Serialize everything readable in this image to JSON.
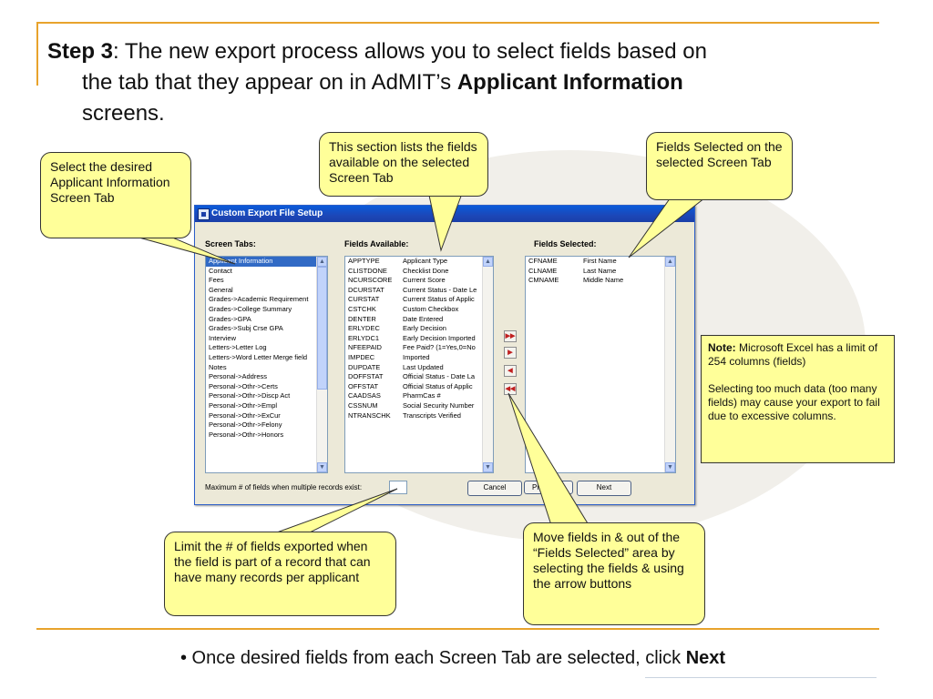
{
  "heading": {
    "step_label": "Step 3",
    "colon_text": ":  The new export process allows you to select fields based on",
    "line2_text": "the tab that they appear on in AdMIT’s ",
    "line2_bold": "Applicant Information",
    "line3_text": "screens."
  },
  "window": {
    "title": "Custom Export File Setup",
    "screen_tabs_label": "Screen Tabs:",
    "fields_available_label": "Fields Available:",
    "fields_selected_label": "Fields Selected:",
    "screen_tabs": [
      "Applicant Information",
      "Contact",
      "Fees",
      "General",
      "Grades->Academic Requirement",
      "Grades->College Summary",
      "Grades->GPA",
      "Grades->Subj Crse GPA",
      "Interview",
      "Letters->Letter Log",
      "Letters->Word Letter Merge field",
      "Notes",
      "Personal->Address",
      "Personal->Othr->Certs",
      "Personal->Othr->Discp Act",
      "Personal->Othr->Empl",
      "Personal->Othr->ExCur",
      "Personal->Othr->Felony",
      "Personal->Othr->Honors"
    ],
    "fields_available": [
      {
        "code": "APPTYPE",
        "name": "Applicant Type"
      },
      {
        "code": "CLISTDONE",
        "name": "Checklist Done"
      },
      {
        "code": "NCURSCORE",
        "name": "Current Score"
      },
      {
        "code": "DCURSTAT",
        "name": "Current Status - Date Le"
      },
      {
        "code": "CURSTAT",
        "name": "Current Status of Applic"
      },
      {
        "code": "CSTCHK",
        "name": "Custom Checkbox"
      },
      {
        "code": "DENTER",
        "name": "Date Entered"
      },
      {
        "code": "ERLYDEC",
        "name": "Early Decision"
      },
      {
        "code": "ERLYDC1",
        "name": "Early Decision Imported"
      },
      {
        "code": "NFEEPAID",
        "name": "Fee Paid? (1=Yes,0=No"
      },
      {
        "code": "IMPDEC",
        "name": "Imported"
      },
      {
        "code": "DUPDATE",
        "name": "Last Updated"
      },
      {
        "code": "DOFFSTAT",
        "name": "Official Status - Date La"
      },
      {
        "code": "OFFSTAT",
        "name": "Official Status of Applic"
      },
      {
        "code": "CAADSAS",
        "name": "PharmCas #"
      },
      {
        "code": "CSSNUM",
        "name": "Social Security Number"
      },
      {
        "code": "NTRANSCHK",
        "name": "Transcripts Verified"
      }
    ],
    "fields_selected": [
      {
        "code": "CFNAME",
        "name": "First Name"
      },
      {
        "code": "CLNAME",
        "name": "Last Name"
      },
      {
        "code": "CMNAME",
        "name": "Middle Name"
      }
    ],
    "max_fields_label": "Maximum # of fields when multiple records exist:",
    "cancel_label": "Cancel",
    "prev_label": "Pr",
    "next_label": "Next",
    "arrow_buttons": [
      "add-all",
      "add-one",
      "remove-one",
      "remove-all"
    ]
  },
  "callouts": {
    "screen_tab": "Select the desired Applicant Information Screen Tab",
    "available": "This section lists the fields available on the selected Screen Tab",
    "selected": "Fields Selected on the selected Screen Tab",
    "limit": "Limit the # of fields exported when the field is part of a record that can have many records per applicant",
    "move": "Move fields in & out of the “Fields Selected” area by selecting the fields & using the arrow buttons",
    "note_label": "Note:",
    "note_text": " Microsoft Excel has a limit of 254 columns (fields)",
    "note_text2": "Selecting too much data (too many fields) may cause your export to fail due to excessive columns."
  },
  "bullet": {
    "text": "• Once desired fields from each Screen Tab are selected, click ",
    "bold": "Next"
  },
  "colors": {
    "accent_rule": "#e8a32c",
    "callout_fill": "#ffff99",
    "titlebar": "#1c47b8",
    "selection": "#316ac5"
  }
}
